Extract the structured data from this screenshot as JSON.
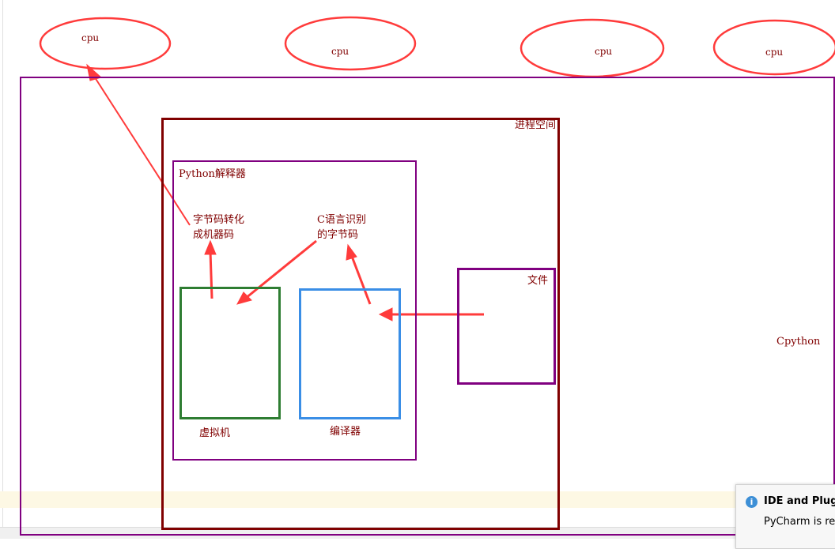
{
  "diagram": {
    "cpus": [
      "cpu",
      "cpu",
      "cpu",
      "cpu"
    ],
    "outer_label": "Cpython",
    "process_label": "进程空间",
    "interpreter_label": "Python解释器",
    "vm_label": "虚拟机",
    "compiler_label": "编译器",
    "file_label": "文件",
    "note_bytecode_to_machine": [
      "字节码转化",
      "成机器码"
    ],
    "note_c_bytecode": [
      "C语言识别",
      "的字节码"
    ]
  },
  "notification": {
    "icon": "info-icon",
    "title": "IDE and Plug",
    "body": "PyCharm is re"
  },
  "colors": {
    "purple": "#800080",
    "maroon": "#800000",
    "green": "#2e7d32",
    "blue": "#3a8ee6",
    "red": "#ff3b3b"
  }
}
